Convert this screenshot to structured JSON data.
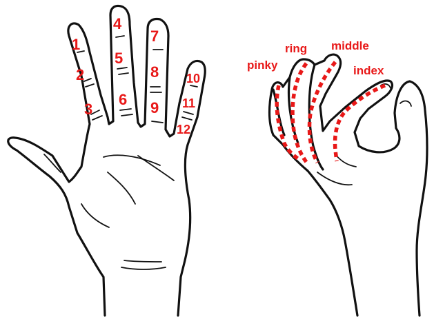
{
  "colors": {
    "label": "#e81818",
    "outline": "#111111",
    "background": "#ffffff"
  },
  "open_hand": {
    "segment_numbers": [
      "1",
      "2",
      "3",
      "4",
      "5",
      "6",
      "7",
      "8",
      "9",
      "10",
      "11",
      "12"
    ]
  },
  "pinch_hand": {
    "finger_labels": {
      "pinky": "pinky",
      "ring": "ring",
      "middle": "middle",
      "index": "index"
    }
  }
}
